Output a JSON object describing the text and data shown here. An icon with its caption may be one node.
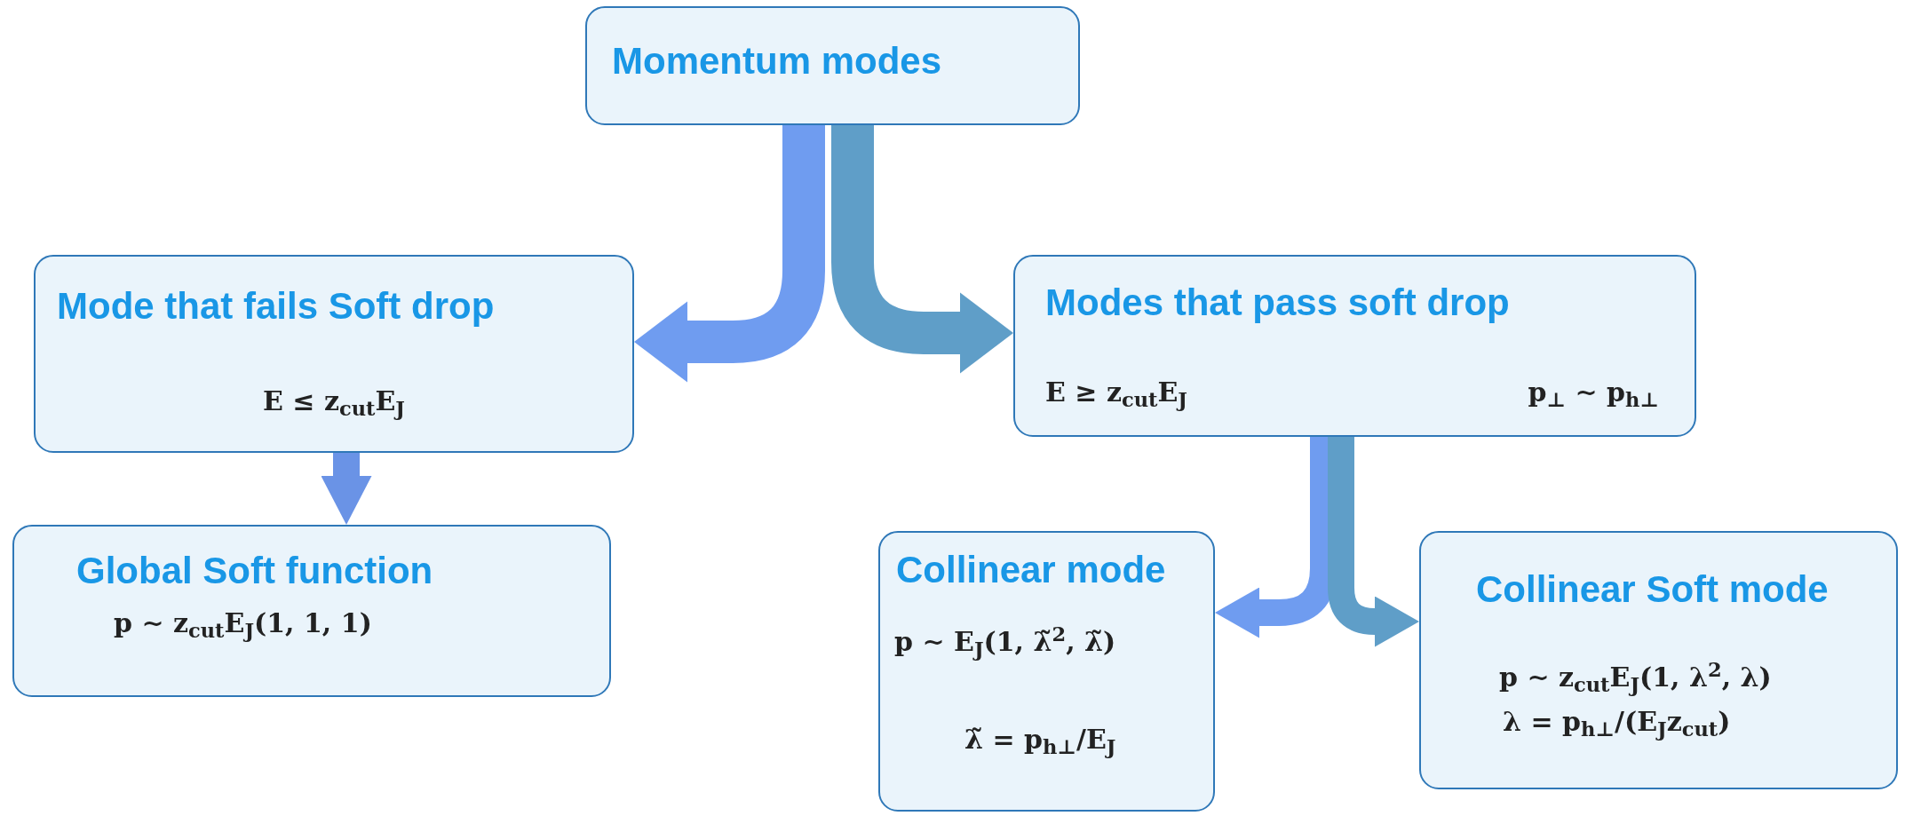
{
  "diagram": {
    "nodes": [
      {
        "text": [
          "Momentum modes"
        ]
      },
      {
        "text": [
          "Mode that fails Soft drop",
          "E ≤ z$_{cut}$E$_{J}$"
        ]
      },
      {
        "text": [
          "Modes that pass soft drop",
          "E ≥ z$_{cut}$E$_{J}$",
          "p$_{⊥}$ ∼ p$_{h⊥}$"
        ]
      },
      {
        "text": [
          "Global Soft function",
          "p ∼ z$_{cut}$E$_{J}$(1, 1, 1)"
        ]
      },
      {
        "text": [
          "Collinear mode",
          "p ∼ E$_{J}$(1, λ̃$^{2}$, λ̃)",
          "λ̃ = p$_{h⊥}$/E$_{J}$"
        ]
      },
      {
        "text": [
          "Collinear Soft mode",
          "p ∼ z$_{cut}$E$_{J}$(1, λ$^{2}$, λ)",
          "λ = p$_{h⊥}$/(E$_{J}$z$_{cut}$)"
        ]
      }
    ],
    "edges": [
      {
        "from": 0,
        "to": 1,
        "arrow": "to",
        "color": "#6f9cf0"
      },
      {
        "from": 0,
        "to": 2,
        "arrow": "to",
        "color": "#5f9ec8"
      },
      {
        "from": 1,
        "to": 3,
        "arrow": "to",
        "color": "#6a93e6"
      },
      {
        "from": 2,
        "to": 4,
        "arrow": "to",
        "color": "#6f9cf0"
      },
      {
        "from": 2,
        "to": 5,
        "arrow": "to",
        "color": "#5f9ec8"
      }
    ]
  }
}
